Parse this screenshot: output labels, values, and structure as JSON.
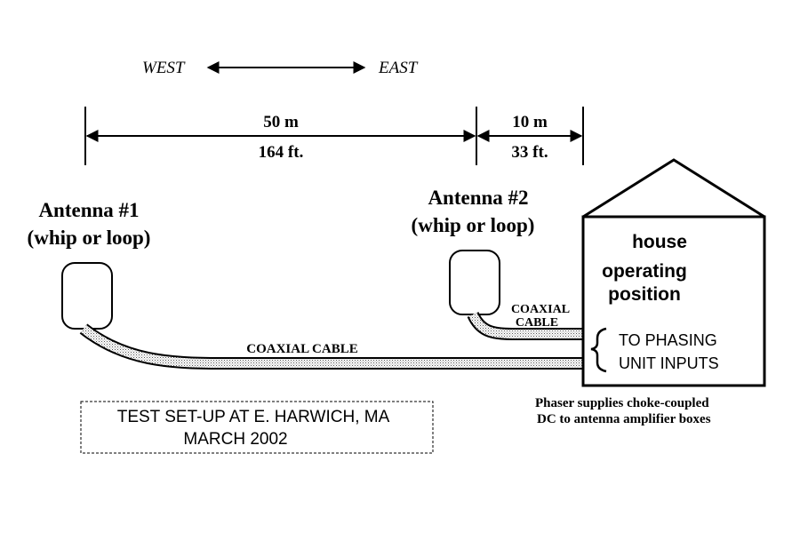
{
  "direction": {
    "west": "WEST",
    "east": "EAST"
  },
  "spans": {
    "span1": {
      "meters": "50 m",
      "feet": "164 ft."
    },
    "span2": {
      "meters": "10 m",
      "feet": "33 ft."
    }
  },
  "antenna1": {
    "title": "Antenna #1",
    "subtitle": "(whip or loop)"
  },
  "antenna2": {
    "title": "Antenna #2",
    "subtitle": "(whip or loop)"
  },
  "house": {
    "label": "house",
    "position_line1": "operating",
    "position_line2": "position",
    "inputs_line1": "TO PHASING",
    "inputs_line2": "UNIT INPUTS"
  },
  "cable_labels": {
    "long": "COAXIAL CABLE",
    "short_line1": "COAXIAL",
    "short_line2": "CABLE"
  },
  "note": {
    "line1": "Phaser supplies choke-coupled",
    "line2": "DC to antenna amplifier boxes"
  },
  "caption": {
    "line1": "TEST SET-UP AT E. HARWICH, MA",
    "line2": "MARCH 2002"
  }
}
